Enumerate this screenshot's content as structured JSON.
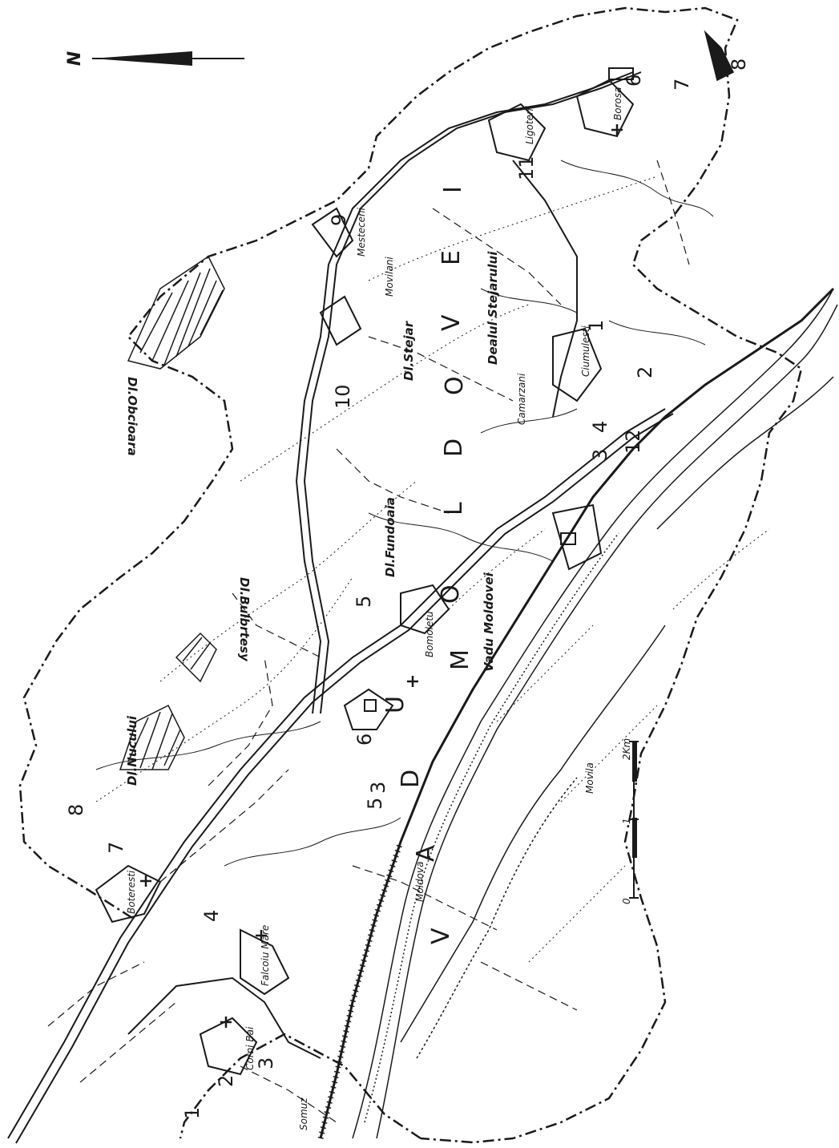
{
  "map": {
    "north_label": "N",
    "big_letters": [
      "V",
      "A",
      "D",
      "U",
      "M",
      "O",
      "L",
      "D",
      "O",
      "V",
      "E",
      "I"
    ],
    "place_labels": {
      "dl_obcioara": "Dl.Obcioara",
      "dl_nucului": "Dl.Nucului",
      "dl_bulbrtesy": "Dl.Bulbrtesy",
      "dl_fundoaia": "Dl.Fundoaia",
      "dl_stejar": "Dl.Stejar",
      "dealul_stejarului": "Dealul Stejarului",
      "boteresti": "Boteresti",
      "falcoiu_mare": "Falcoiu Mare",
      "corni_bai": "Corni Bai",
      "vadu_moldovei": "Vadu Moldovei",
      "bomoletu": "Bomoletu",
      "movila": "Movila",
      "moldova": "Moldova",
      "somuz": "Somuz",
      "camarzani": "Camarzani",
      "ciumulesti": "Ciumulesti",
      "mesteceni": "Mesteceni",
      "movilani": "Movilani",
      "ligoteni": "Ligoteni",
      "borosa": "Borosa"
    },
    "numbers": {
      "n1_sw": "1",
      "n2_sw": "2",
      "n3_sw": "3",
      "n4_falc": "4",
      "n5_vadu": "5",
      "n3_vadu": "3",
      "n6_vadu": "6",
      "n7_bot": "7",
      "n8_bot": "8",
      "n5_mid": "5",
      "n10": "10",
      "n3_e": "3",
      "n4_e": "4",
      "n12": "12",
      "n1_e": "1",
      "n2_e": "2",
      "n9": "9",
      "n11": "11",
      "n6_ne": "6",
      "n7_ne": "7",
      "n8_ne": "8"
    },
    "scale_bar": {
      "labels": [
        "0",
        "1",
        "2Km"
      ]
    }
  }
}
